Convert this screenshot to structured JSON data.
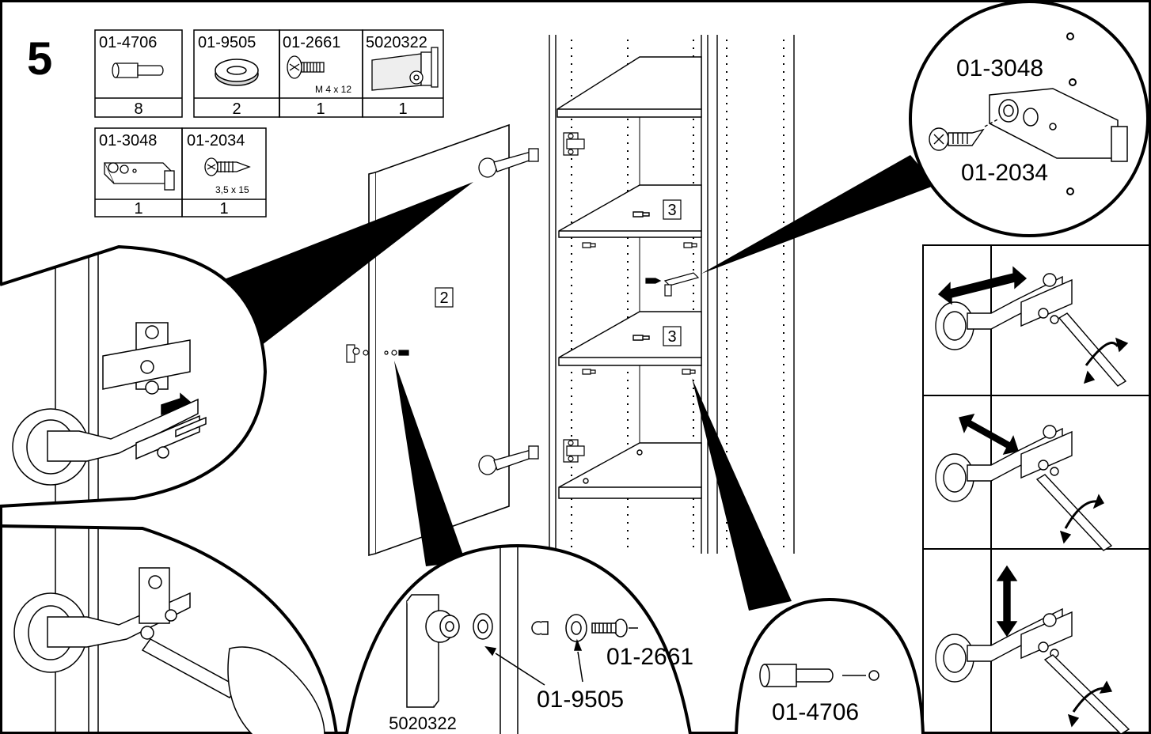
{
  "step": {
    "number": "5"
  },
  "parts_table": {
    "row1": [
      {
        "code": "01-4706",
        "size": "",
        "qty": "8",
        "icon": "wooden-dowel-icon"
      },
      {
        "code": "01-9505",
        "size": "",
        "qty": "2",
        "icon": "washer-icon"
      },
      {
        "code": "01-2661",
        "size": "M 4 x 12",
        "qty": "1",
        "icon": "machine-screw-icon"
      },
      {
        "code": "5020322",
        "size": "",
        "qty": "1",
        "icon": "magnetic-catch-icon"
      }
    ],
    "row2": [
      {
        "code": "01-3048",
        "size": "",
        "qty": "1",
        "icon": "catch-plate-icon"
      },
      {
        "code": "01-2034",
        "size": "3,5 x 15",
        "qty": "1",
        "icon": "wood-screw-icon"
      }
    ]
  },
  "panels": {
    "door": "2",
    "shelf_upper": "3",
    "shelf_lower": "3"
  },
  "callouts": {
    "catch_plate": {
      "plate_code": "01-3048",
      "screw_code": "01-2034"
    },
    "magnet_catch": {
      "catch_code": "5020322",
      "washer_code": "01-9505",
      "screw_code": "01-2661"
    },
    "dowel": {
      "code": "01-4706"
    }
  },
  "adjustment_panel": {
    "steps": [
      {
        "direction": "depth",
        "icon": "diagonal-double-arrow-icon"
      },
      {
        "direction": "side",
        "icon": "diagonal-double-arrow-icon"
      },
      {
        "direction": "height",
        "icon": "vertical-double-arrow-icon"
      }
    ]
  },
  "colors": {
    "ink": "#000000",
    "paper": "#ffffff",
    "grey_tint": "#d8d8d8"
  }
}
